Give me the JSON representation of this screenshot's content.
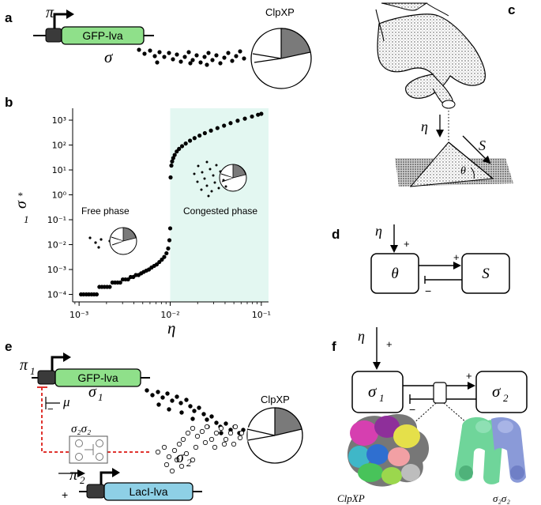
{
  "panels": {
    "a": {
      "letter": "a",
      "promoter": "π",
      "gene": "GFP-lva",
      "protein": "σ",
      "protease": "ClpXP",
      "colors": {
        "gene_fill": "#8fe08a",
        "promoter_box": "#3a3a3a",
        "protease_slice": "#7a7a7a"
      }
    },
    "b": {
      "letter": "b",
      "free_label": "Free phase",
      "congested_label": "Congested phase",
      "ylabel": "σ",
      "ylabel_sup": "*",
      "ylabel_sub": "1",
      "xlabel": "η",
      "colors": {
        "congested_bg": "#e3f7f1",
        "points": "#000000"
      }
    },
    "c": {
      "letter": "c",
      "eta": "η",
      "S": "S",
      "theta": "θ"
    },
    "d": {
      "letter": "d",
      "eta": "η",
      "plus_input": "+",
      "theta": "θ",
      "S": "S",
      "plus_edge": "+",
      "minus_edge": "−"
    },
    "e": {
      "letter": "e",
      "promoter1": "π",
      "promoter1_sub": "1",
      "gene1": "GFP-lva",
      "protein1": "σ",
      "protein1_sub": "1",
      "mu": "μ",
      "minus_mu": "−",
      "complex": "σ₂σ₂",
      "protein2": "σ",
      "protein2_sub": "2",
      "protease": "ClpXP",
      "promoter2": "π",
      "promoter2_sub": "2",
      "plus": "+",
      "gene2": "LacI-lva",
      "colors": {
        "gene1_fill": "#8fe08a",
        "gene2_fill": "#8ed0e6",
        "repression": "#e0342f"
      }
    },
    "f": {
      "letter": "f",
      "eta": "η",
      "plus_input": "+",
      "sigma1": "σ",
      "sigma1_sub": "1",
      "sigma2": "σ",
      "sigma2_sub": "2",
      "plus_edge": "+",
      "minus_edge": "−",
      "label_left": "ClpXP",
      "label_right": "σ₂σ₂"
    }
  },
  "chart_data": {
    "type": "scatter",
    "xscale": "log",
    "yscale": "log",
    "xlabel": "η",
    "ylabel": "σ*1",
    "xlim": [
      0.00085,
      0.12
    ],
    "ylim": [
      5e-05,
      3000
    ],
    "xticks": [
      "10⁻³",
      "10⁻²",
      "10⁻¹"
    ],
    "yticks": [
      "10⁻⁴",
      "10⁻³",
      "10⁻²",
      "10⁻¹",
      "10⁰",
      "10¹",
      "10²",
      "10³"
    ],
    "shaded_region_x": [
      0.01,
      0.1
    ],
    "grid": false,
    "series": [
      {
        "segment": "free",
        "x": [
          0.00105,
          0.00112,
          0.0012,
          0.00128,
          0.00137,
          0.00146,
          0.00156,
          0.00167,
          0.00178,
          0.0019,
          0.00203,
          0.00217,
          0.00232,
          0.00248,
          0.00265,
          0.00283,
          0.00302,
          0.00323,
          0.00345,
          0.00368,
          0.00393,
          0.0042,
          0.00449,
          0.0048,
          0.00512,
          0.00547,
          0.00584,
          0.00624,
          0.00667,
          0.00712,
          0.0076,
          0.0081,
          0.0086,
          0.0091,
          0.0095,
          0.0098,
          0.01
        ],
        "y": [
          0.0001,
          0.0001,
          0.0001,
          0.0001,
          0.0001,
          0.0001,
          0.0001,
          0.0002,
          0.0002,
          0.0002,
          0.0002,
          0.0002,
          0.0003,
          0.0003,
          0.0003,
          0.0003,
          0.0004,
          0.0004,
          0.0004,
          0.0005,
          0.0005,
          0.0006,
          0.0006,
          0.0007,
          0.0008,
          0.0009,
          0.001,
          0.0012,
          0.0014,
          0.0016,
          0.002,
          0.0025,
          0.0032,
          0.0045,
          0.007,
          0.015,
          0.045
        ]
      },
      {
        "segment": "congested",
        "x": [
          0.0101,
          0.0103,
          0.0105,
          0.0108,
          0.0112,
          0.0118,
          0.0125,
          0.0135,
          0.0148,
          0.0165,
          0.0185,
          0.021,
          0.024,
          0.028,
          0.033,
          0.039,
          0.046,
          0.055,
          0.066,
          0.079,
          0.092,
          0.1
        ],
        "y": [
          5,
          15,
          22,
          30,
          40,
          55,
          70,
          90,
          115,
          150,
          190,
          240,
          300,
          380,
          480,
          600,
          760,
          950,
          1150,
          1400,
          1650,
          1800
        ]
      }
    ]
  }
}
